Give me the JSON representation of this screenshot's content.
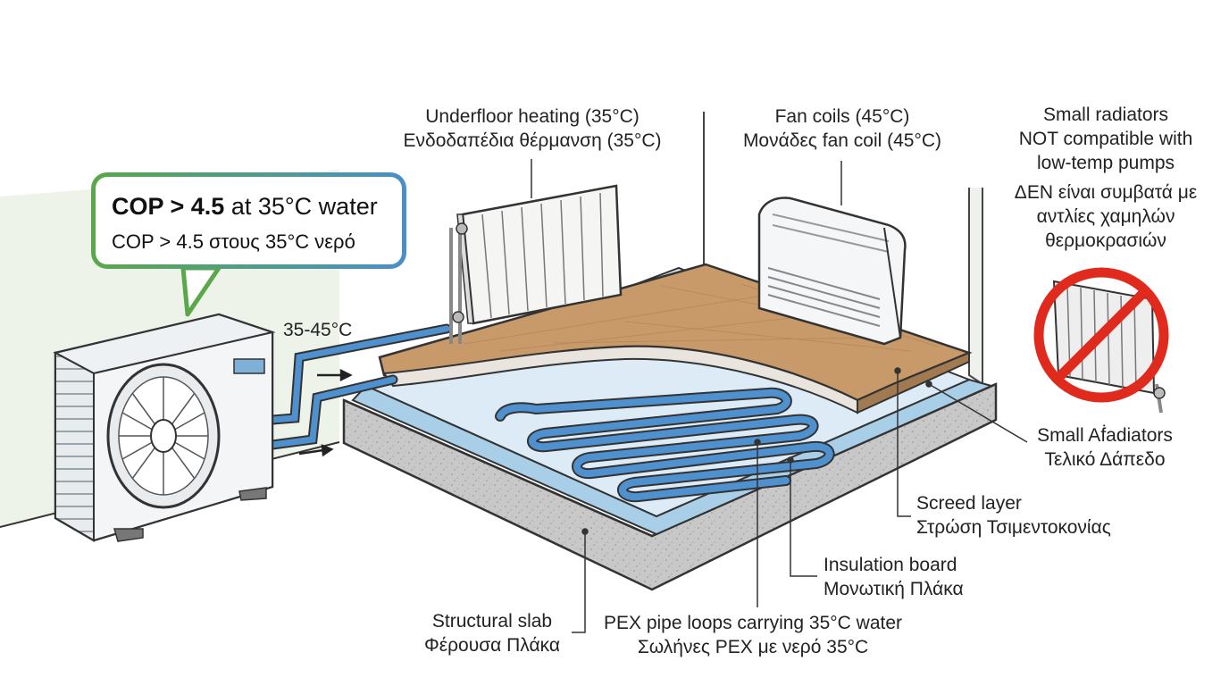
{
  "callout": {
    "cop_bold": "COP > 4.5",
    "cop_rest": " at 35°C water",
    "cop_greek": "COP > 4.5 στους 35°C νερό"
  },
  "labels": {
    "temp_range": "35-45°C",
    "underfloor": [
      "Underfloor heating (35°C)",
      "Ενδοδαπέδια θέρμανση (35°C)"
    ],
    "fan_coils": [
      "Fan coils (45°C)",
      "Μονάδες fan coil (45°C)"
    ],
    "small_radiators": [
      "Small radiators",
      "NOT compatible with",
      "low-temp pumps"
    ],
    "small_radiators_greek": [
      "ΔΕΝ είναι συμβατά με",
      "αντλίες χαμηλών",
      "θερμοκρασιών"
    ],
    "floor_finish": [
      "Small Aḟadiators",
      "Τελικό Δάπεδο"
    ],
    "screed": [
      "Screed layer",
      "Στρώση Τσιμεντοκονίας"
    ],
    "insulation": [
      "Insulation board",
      "Μονωτική Πλάκα"
    ],
    "slab": [
      "Structural slab",
      "Φέρουσα Πλάκα"
    ],
    "pex": [
      "PEX pipe loops carrying 35°C water",
      "Σωλήνες PEX με νερό 35°C"
    ]
  },
  "colors": {
    "pipe_blue": "#4f90cf",
    "callout_green": "#5aa84a",
    "callout_blue": "#4a8fc8",
    "prohibit_red": "#e02a1e",
    "wood": "#c89a6a",
    "concrete": "#c9c9c9",
    "insulation": "#dcebf6"
  },
  "icons": [
    "heat-pump-icon",
    "radiator-icon",
    "fan-coil-icon",
    "prohibited-radiator-icon",
    "flow-arrow-icon"
  ]
}
